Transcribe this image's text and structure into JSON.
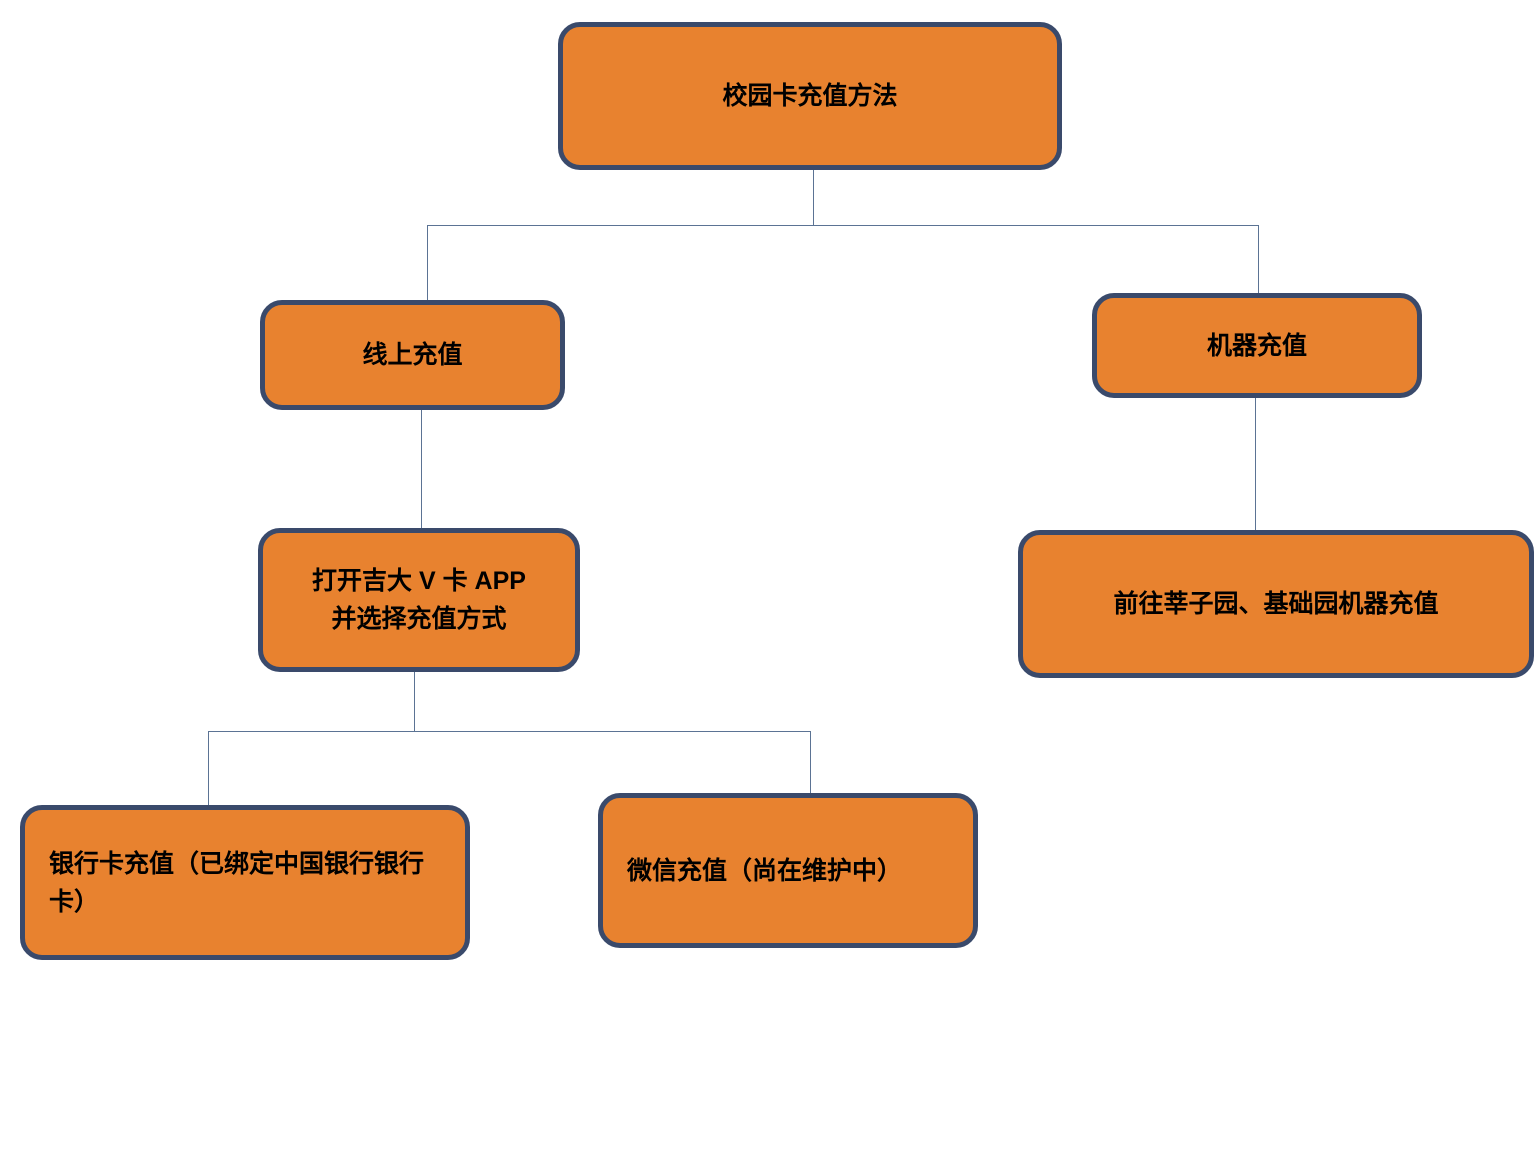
{
  "diagram": {
    "type": "flowchart",
    "title": "校园卡充值方法",
    "orientation": "top-down",
    "colors": {
      "node_fill": "#E8822F",
      "node_border": "#3A4A6B",
      "connector": "#5B7394",
      "text": "#000000",
      "background": "#FFFFFF"
    },
    "nodes": {
      "root": {
        "label": "校园卡充值方法",
        "level": 1
      },
      "online": {
        "label": "线上充值",
        "level": 2
      },
      "machine": {
        "label": "机器充值",
        "level": 2
      },
      "app": {
        "line1": "打开吉大 V 卡 APP",
        "line2": "并选择充值方式",
        "level": 3
      },
      "gomachine": {
        "label": "前往莘子园、基础园机器充值",
        "level": 3
      },
      "bankcard": {
        "label": "银行卡充值（已绑定中国银行银行卡）",
        "level": 4
      },
      "wechat": {
        "label": "微信充值（尚在维护中）",
        "level": 4
      }
    },
    "edges": [
      {
        "from": "root",
        "to": "online"
      },
      {
        "from": "root",
        "to": "machine"
      },
      {
        "from": "online",
        "to": "app"
      },
      {
        "from": "machine",
        "to": "gomachine"
      },
      {
        "from": "app",
        "to": "bankcard"
      },
      {
        "from": "app",
        "to": "wechat"
      }
    ]
  }
}
